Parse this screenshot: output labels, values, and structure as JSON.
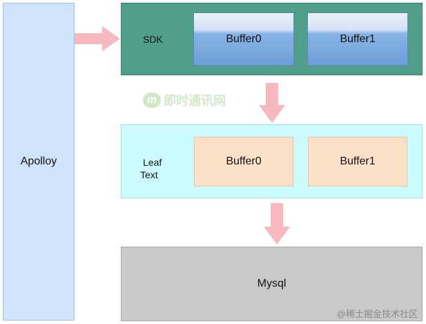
{
  "apolloy": {
    "label": "Apolloy",
    "color": "#cfe4fb"
  },
  "sdk": {
    "label": "SDK",
    "color": "#4f9e8a",
    "buffers": [
      {
        "label": "Buffer0"
      },
      {
        "label": "Buffer1"
      }
    ]
  },
  "leaf": {
    "label_lines": [
      "Leaf",
      "Text"
    ],
    "color": "#ccfbfd",
    "buffers": [
      {
        "label": "Buffer0"
      },
      {
        "label": "Buffer1"
      }
    ]
  },
  "mysql": {
    "label": "Mysql",
    "color": "#c9c9c9"
  },
  "arrows": {
    "color": "#f7b9bd"
  },
  "logo": {
    "mark": "m",
    "text": "即时通讯网"
  },
  "watermark": {
    "text": "@稀土掘金技术社区"
  }
}
